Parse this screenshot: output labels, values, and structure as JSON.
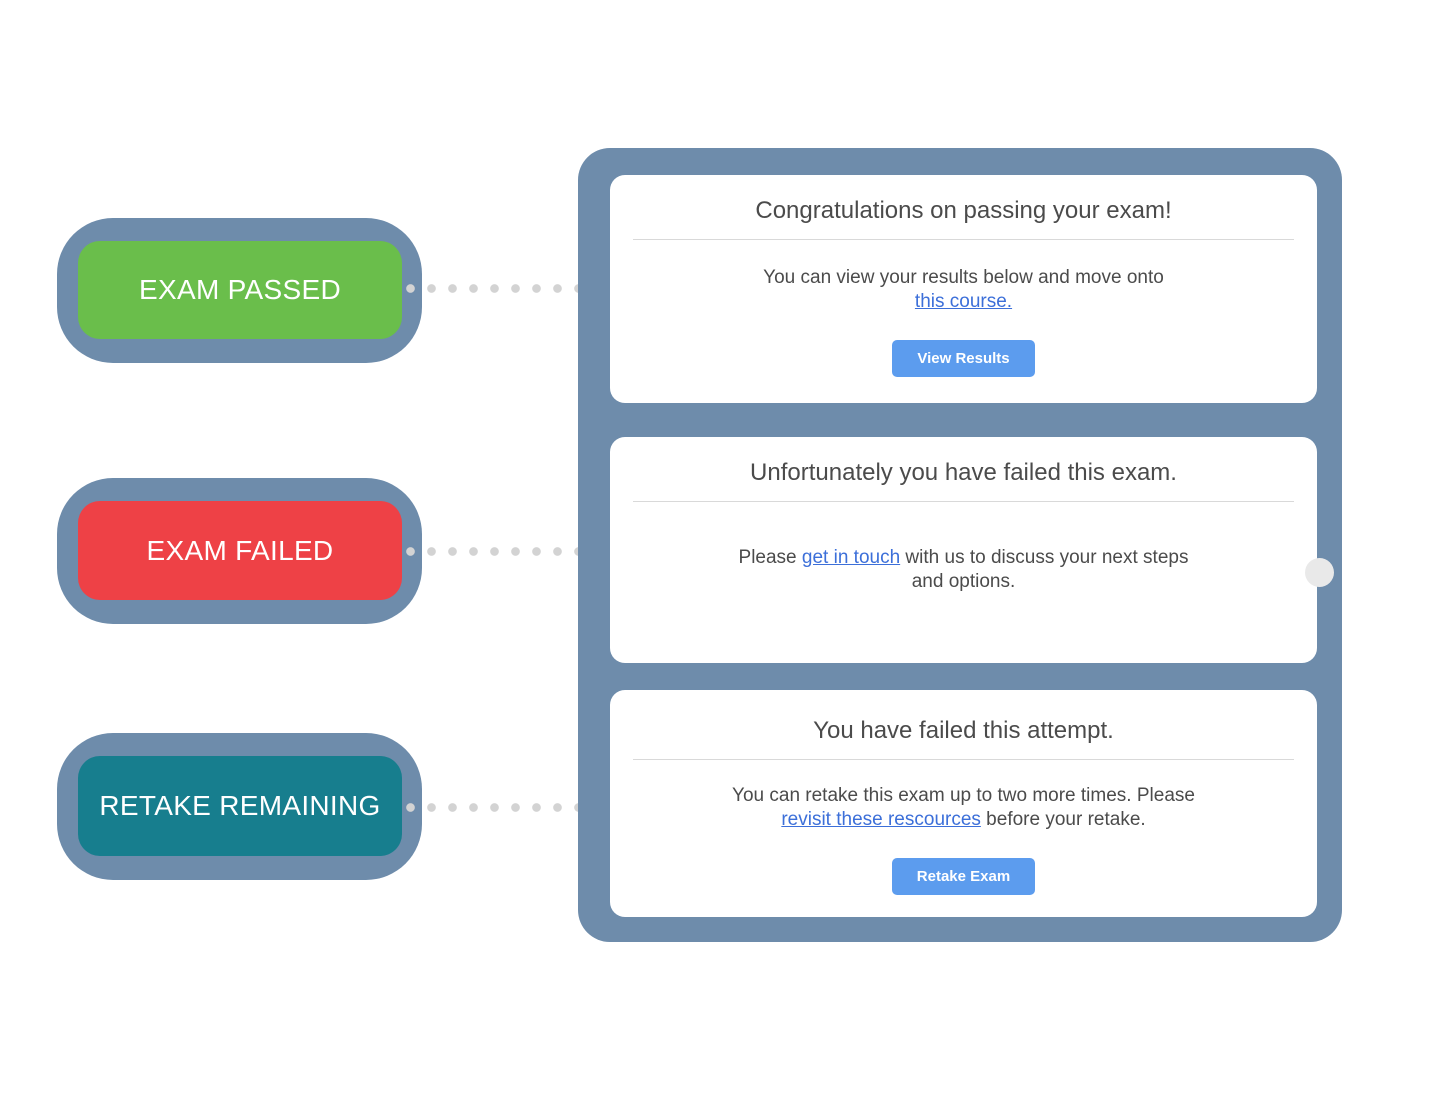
{
  "colors": {
    "connector_blue": "#6e8cab",
    "badge_green": "#6abe4b",
    "badge_red": "#ee4146",
    "badge_teal": "#177e8e",
    "button_blue": "#5c9cee",
    "link_blue": "#3c6fd9",
    "dot_gray": "#d3d3d3"
  },
  "badges": [
    {
      "label": "EXAM PASSED"
    },
    {
      "label": "EXAM FAILED"
    },
    {
      "label": "RETAKE REMAINING"
    }
  ],
  "cards": [
    {
      "heading": "Congratulations on passing your exam!",
      "line1": "You can view your results below and move onto",
      "link": "this course.",
      "button": "View Results"
    },
    {
      "heading": "Unfortunately you have failed this exam.",
      "line1_pre": "Please ",
      "link": "get in touch",
      "line1_post": " with us to discuss your next steps",
      "line2": "and options."
    },
    {
      "heading": "You have failed this attempt.",
      "line1": "You can retake this exam up to two more times. Please",
      "link": "revisit these rescources",
      "line2_post": " before your retake.",
      "button": "Retake Exam"
    }
  ]
}
